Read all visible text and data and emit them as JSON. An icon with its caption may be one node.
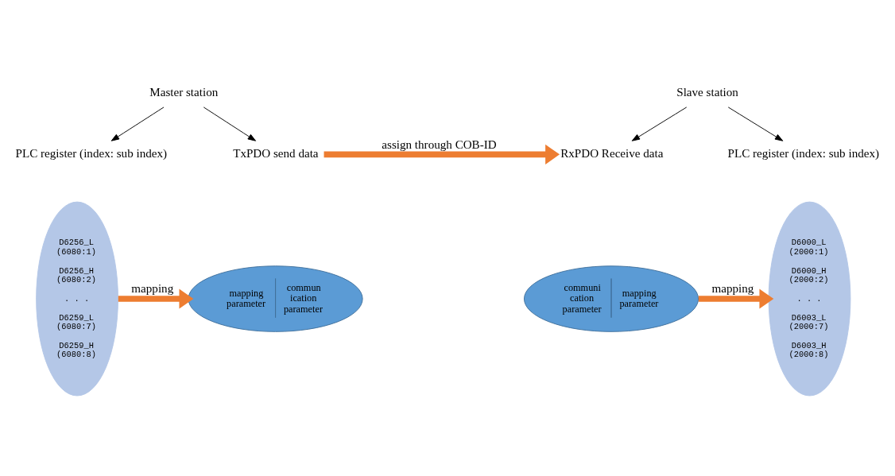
{
  "diagram": {
    "nodes": [
      {
        "text": [
          "Master station"
        ]
      },
      {
        "text": [
          "PLC register (index: sub index)"
        ]
      },
      {
        "text": [
          "TxPDO send data"
        ]
      },
      {
        "text": [
          "Slave station"
        ]
      },
      {
        "text": [
          "RxPDO Receive data"
        ]
      },
      {
        "text": [
          "PLC register (index: sub index)"
        ]
      },
      {
        "text": [
          "D6256_L (6080:1)",
          "D6256_H (6080:2)",
          ". . .",
          "D6259_L (6080:7)",
          "D6259_H (6080:8)"
        ]
      },
      {
        "text": [
          "mapping parameter",
          "commun ication parameter"
        ]
      },
      {
        "text": [
          "communi cation parameter",
          "mapping parameter"
        ]
      },
      {
        "text": [
          "D6000_L (2000:1)",
          "D6000_H (2000:2)",
          ". . .",
          "D6003_L (2000:7)",
          "D6003_H (2000:8)"
        ]
      }
    ],
    "edges": [
      {
        "from": 0,
        "to": 1,
        "arrow": "to"
      },
      {
        "from": 0,
        "to": 2,
        "arrow": "to"
      },
      {
        "from": 3,
        "to": 4,
        "arrow": "to"
      },
      {
        "from": 3,
        "to": 5,
        "arrow": "to"
      },
      {
        "from": 2,
        "to": 4,
        "arrow": "to",
        "label": "assign through COB-ID",
        "style": "thick",
        "color": "#ed7d31"
      },
      {
        "from": 6,
        "to": 7,
        "arrow": "to",
        "label": "mapping",
        "style": "thick",
        "color": "#ed7d31"
      },
      {
        "from": 8,
        "to": 9,
        "arrow": "to",
        "label": "mapping",
        "style": "thick",
        "color": "#ed7d31"
      }
    ]
  }
}
